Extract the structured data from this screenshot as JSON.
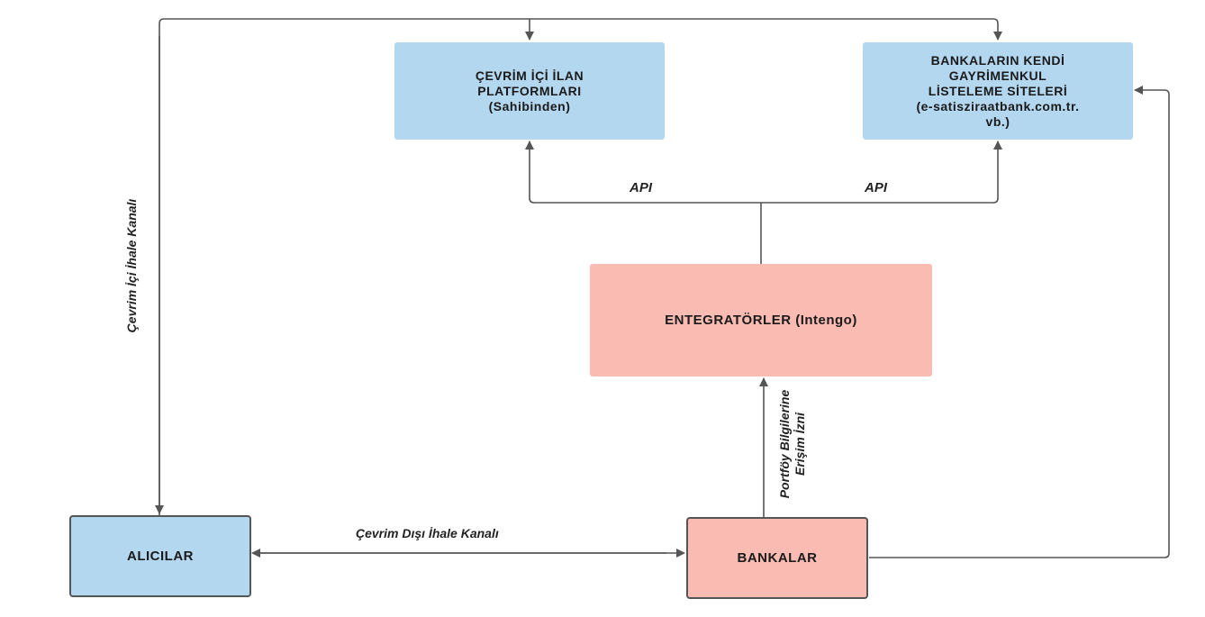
{
  "colors": {
    "blue_box": "#b4d7f0",
    "red_box": "#f9bbb2",
    "line": "#555555"
  },
  "nodes": {
    "online_platforms": "ÇEVRİM İÇİ İLAN\nPLATFORMLARI\n(Sahibinden)",
    "bank_sites": "BANKALARIN KENDİ\nGAYRİMENKUL\nLİSTELEME SİTELERİ\n(e-satisziraatbank.com.tr.\nvb.)",
    "integrators": "ENTEGRATÖRLER (Intengo)",
    "buyers": "ALICILAR",
    "banks": "BANKALAR"
  },
  "edges": {
    "api_left": "API",
    "api_right": "API",
    "online_auction_channel": "Çevrim İçi İhale Kanalı",
    "offline_auction_channel": "Çevrim Dışı İhale Kanalı",
    "portfolio_access_line1": "Portföy Bilgilerine",
    "portfolio_access_line2": "Erişim İzni"
  }
}
